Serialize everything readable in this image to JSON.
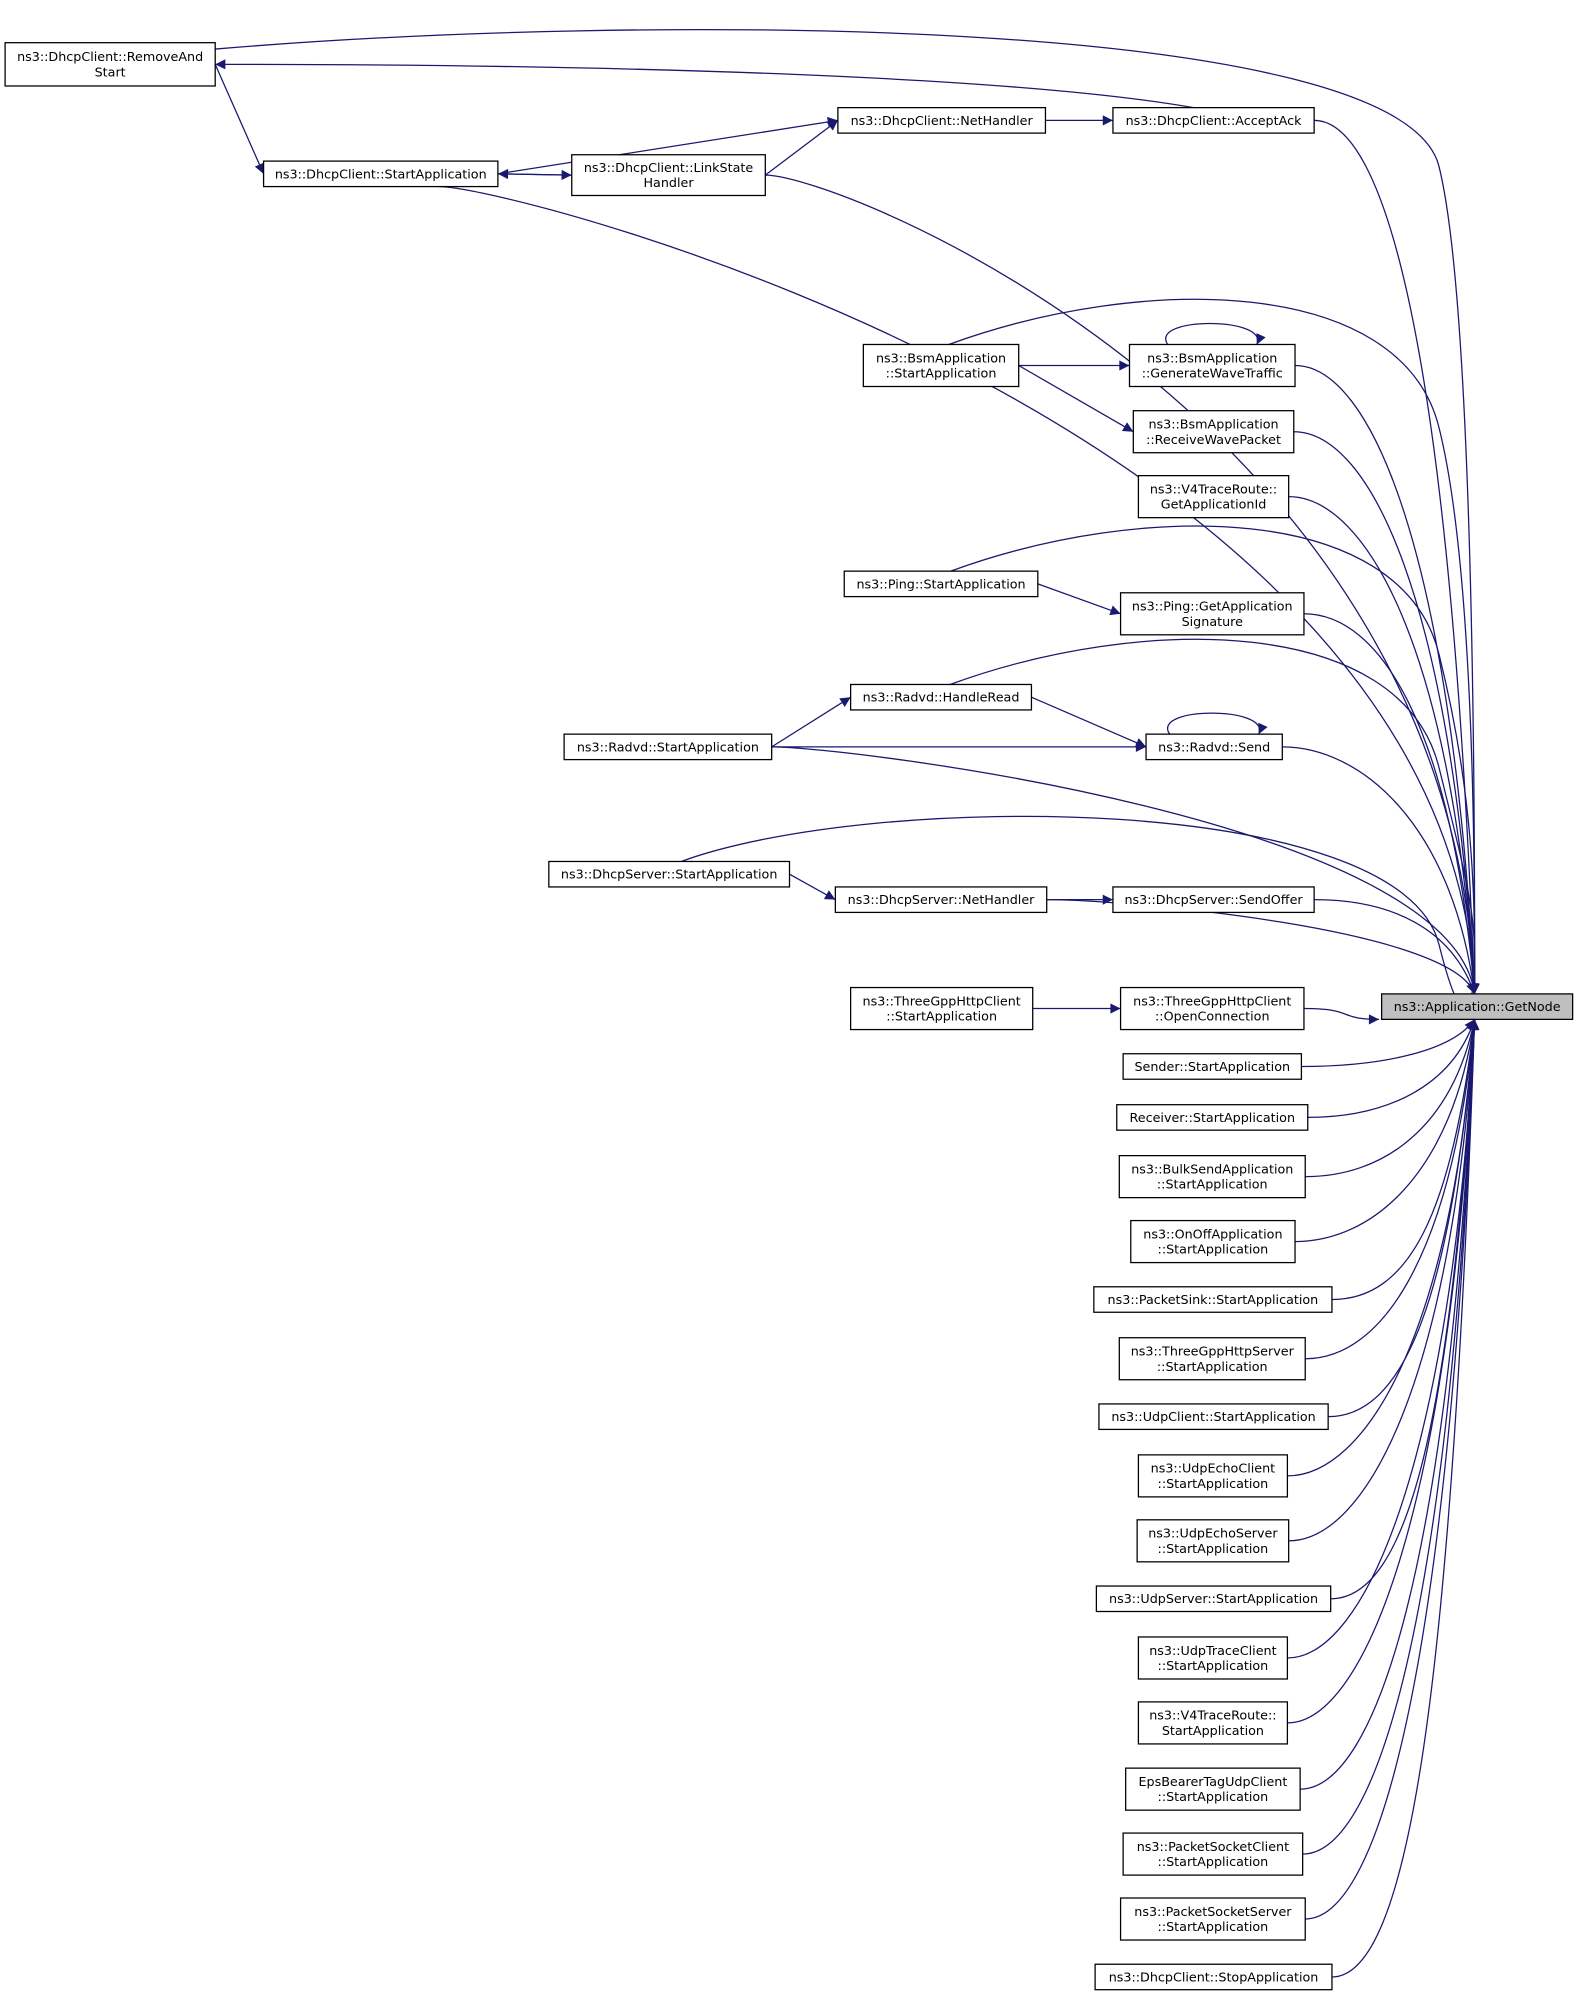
{
  "graph": {
    "nodes": [
      {
        "id": "getnode",
        "lines": [
          "ns3::Application::GetNode"
        ],
        "target": true
      },
      {
        "id": "removeandstart",
        "lines": [
          "ns3::DhcpClient::RemoveAnd",
          "Start"
        ]
      },
      {
        "id": "dc_start",
        "lines": [
          "ns3::DhcpClient::StartApplication"
        ]
      },
      {
        "id": "dc_link",
        "lines": [
          "ns3::DhcpClient::LinkState",
          "Handler"
        ]
      },
      {
        "id": "dc_net",
        "lines": [
          "ns3::DhcpClient::NetHandler"
        ]
      },
      {
        "id": "dc_ack",
        "lines": [
          "ns3::DhcpClient::AcceptAck"
        ]
      },
      {
        "id": "bsm_start",
        "lines": [
          "ns3::BsmApplication",
          "::StartApplication"
        ]
      },
      {
        "id": "bsm_gen",
        "lines": [
          "ns3::BsmApplication",
          "::GenerateWaveTraffic"
        ]
      },
      {
        "id": "bsm_recv",
        "lines": [
          "ns3::BsmApplication",
          "::ReceiveWavePacket"
        ]
      },
      {
        "id": "v4_getid",
        "lines": [
          "ns3::V4TraceRoute::",
          "GetApplicationId"
        ]
      },
      {
        "id": "ping_start",
        "lines": [
          "ns3::Ping::StartApplication"
        ]
      },
      {
        "id": "ping_sig",
        "lines": [
          "ns3::Ping::GetApplication",
          "Signature"
        ]
      },
      {
        "id": "radvd_read",
        "lines": [
          "ns3::Radvd::HandleRead"
        ]
      },
      {
        "id": "radvd_start",
        "lines": [
          "ns3::Radvd::StartApplication"
        ]
      },
      {
        "id": "radvd_send",
        "lines": [
          "ns3::Radvd::Send"
        ]
      },
      {
        "id": "ds_start",
        "lines": [
          "ns3::DhcpServer::StartApplication"
        ]
      },
      {
        "id": "ds_net",
        "lines": [
          "ns3::DhcpServer::NetHandler"
        ]
      },
      {
        "id": "ds_offer",
        "lines": [
          "ns3::DhcpServer::SendOffer"
        ]
      },
      {
        "id": "http_start",
        "lines": [
          "ns3::ThreeGppHttpClient",
          "::StartApplication"
        ]
      },
      {
        "id": "http_open",
        "lines": [
          "ns3::ThreeGppHttpClient",
          "::OpenConnection"
        ]
      },
      {
        "id": "sender",
        "lines": [
          "Sender::StartApplication"
        ]
      },
      {
        "id": "receiver",
        "lines": [
          "Receiver::StartApplication"
        ]
      },
      {
        "id": "bulk",
        "lines": [
          "ns3::BulkSendApplication",
          "::StartApplication"
        ]
      },
      {
        "id": "onoff",
        "lines": [
          "ns3::OnOffApplication",
          "::StartApplication"
        ]
      },
      {
        "id": "sink",
        "lines": [
          "ns3::PacketSink::StartApplication"
        ]
      },
      {
        "id": "httpserver",
        "lines": [
          "ns3::ThreeGppHttpServer",
          "::StartApplication"
        ]
      },
      {
        "id": "udpclient",
        "lines": [
          "ns3::UdpClient::StartApplication"
        ]
      },
      {
        "id": "echoclient",
        "lines": [
          "ns3::UdpEchoClient",
          "::StartApplication"
        ]
      },
      {
        "id": "echoserver",
        "lines": [
          "ns3::UdpEchoServer",
          "::StartApplication"
        ]
      },
      {
        "id": "udpserver",
        "lines": [
          "ns3::UdpServer::StartApplication"
        ]
      },
      {
        "id": "traceclient",
        "lines": [
          "ns3::UdpTraceClient",
          "::StartApplication"
        ]
      },
      {
        "id": "v4_start",
        "lines": [
          "ns3::V4TraceRoute::",
          "StartApplication"
        ]
      },
      {
        "id": "eps",
        "lines": [
          "EpsBearerTagUdpClient",
          "::StartApplication"
        ]
      },
      {
        "id": "psclient",
        "lines": [
          "ns3::PacketSocketClient",
          "::StartApplication"
        ]
      },
      {
        "id": "psserver",
        "lines": [
          "ns3::PacketSocketServer",
          "::StartApplication"
        ]
      },
      {
        "id": "dc_stop",
        "lines": [
          "ns3::DhcpClient::StopApplication"
        ]
      }
    ],
    "edges": [
      [
        "removeandstart",
        "getnode"
      ],
      [
        "removeandstart",
        "dc_start"
      ],
      [
        "dc_ack",
        "removeandstart"
      ],
      [
        "dc_ack",
        "getnode"
      ],
      [
        "dc_start",
        "dc_net"
      ],
      [
        "dc_start",
        "dc_link"
      ],
      [
        "dc_link",
        "dc_start"
      ],
      [
        "dc_link",
        "dc_net"
      ],
      [
        "dc_net",
        "dc_ack"
      ],
      [
        "dc_start",
        "getnode"
      ],
      [
        "dc_link",
        "getnode"
      ],
      [
        "bsm_start",
        "bsm_gen"
      ],
      [
        "bsm_start",
        "bsm_recv"
      ],
      [
        "bsm_gen",
        "bsm_gen"
      ],
      [
        "bsm_start",
        "getnode"
      ],
      [
        "bsm_gen",
        "getnode"
      ],
      [
        "bsm_recv",
        "getnode"
      ],
      [
        "v4_getid",
        "getnode"
      ],
      [
        "ping_start",
        "ping_sig"
      ],
      [
        "ping_start",
        "getnode"
      ],
      [
        "ping_sig",
        "getnode"
      ],
      [
        "radvd_start",
        "radvd_read"
      ],
      [
        "radvd_read",
        "radvd_send"
      ],
      [
        "radvd_start",
        "radvd_send"
      ],
      [
        "radvd_send",
        "radvd_send"
      ],
      [
        "radvd_read",
        "getnode"
      ],
      [
        "radvd_start",
        "getnode"
      ],
      [
        "radvd_send",
        "getnode"
      ],
      [
        "ds_start",
        "ds_net"
      ],
      [
        "ds_net",
        "ds_offer"
      ],
      [
        "ds_start",
        "getnode"
      ],
      [
        "ds_net",
        "getnode"
      ],
      [
        "ds_offer",
        "getnode"
      ],
      [
        "http_start",
        "http_open"
      ],
      [
        "http_open",
        "getnode"
      ],
      [
        "sender",
        "getnode"
      ],
      [
        "receiver",
        "getnode"
      ],
      [
        "bulk",
        "getnode"
      ],
      [
        "onoff",
        "getnode"
      ],
      [
        "sink",
        "getnode"
      ],
      [
        "httpserver",
        "getnode"
      ],
      [
        "udpclient",
        "getnode"
      ],
      [
        "echoclient",
        "getnode"
      ],
      [
        "echoserver",
        "getnode"
      ],
      [
        "udpserver",
        "getnode"
      ],
      [
        "traceclient",
        "getnode"
      ],
      [
        "v4_start",
        "getnode"
      ],
      [
        "eps",
        "getnode"
      ],
      [
        "psclient",
        "getnode"
      ],
      [
        "psserver",
        "getnode"
      ],
      [
        "dc_stop",
        "getnode"
      ]
    ]
  },
  "colors": {
    "edge": "#191970",
    "target_fill": "#bfbfbf",
    "node_fill": "#ffffff"
  }
}
